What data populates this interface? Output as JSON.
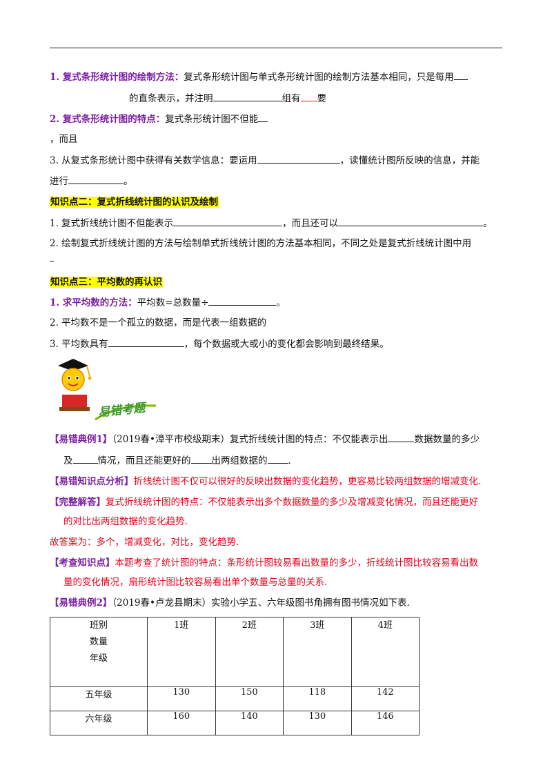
{
  "sec1": {
    "item1_title": "1. 复式条形统计图的绘制方法：",
    "item1_text": "复式条形统计图与单式条形统计图的绘制方法基本相同，只是每用",
    "item1_line2a": "的直条表示，并注明",
    "item1_line2b": "组有",
    "item1_line2c": "要",
    "item2_title": "2. 复式条形统计图的特点：",
    "item2_text": "复式条形统计图不但能",
    "item2_line2": "，而且",
    "item3_text": "3. 从复式条形统计图中获得有关数学信息：要运用",
    "item3_text_b": "，读懂统计图所反映的信息，并能",
    "item3_line2": "进行",
    "item3_line2_end": "。"
  },
  "sec2": {
    "heading": "知识点二：复式折线统计图的认识及绘制",
    "item1_a": "1.  复式折线统计图不但能表示",
    "item1_b": "，而且还可以",
    "item1_end": "。",
    "item2": "2.  绘制复式折线统计图的方法与绘制单式折线统计图的方法基本相同，不同之处是复式折线统计图中用"
  },
  "sec3": {
    "heading": "知识点三：平均数的再认识",
    "item1_title": "1. 求平均数的方法：",
    "item1_text": "平均数=总数量÷",
    "item1_end": "。",
    "item2": "2. 平均数不是一个孤立的数据，而是代表一组数据的",
    "item3_a": "3. 平均数具有",
    "item3_b": "，每个数据或大或小的变化都会影响到最终结果。"
  },
  "mascot": {
    "label": "易错考题",
    "icon": "graduate-mascot-icon"
  },
  "ex1": {
    "tag": "【易错典例1】",
    "source": "（2019春•漳平市校级期末）复式折线统计图的特点：不仅能表示出",
    "text_a": "数据数量的多少",
    "line2_a": "及",
    "line2_b": "情况，而且还能更好的",
    "line2_c": "出两组数据的",
    "line2_end": ".",
    "analysis_tag": "【易错知识点分析】",
    "analysis": "折线统计图不仅可以很好的反映出数据的变化趋势，更容易比较两组数据的增减变化.",
    "answer_tag": "【完整解答】",
    "answer_1": "复式折线统计图的特点：不仅能表示出多个数据数量的多少及增减变化情况，而且还能更好",
    "answer_2": "的对比出两组数据的变化趋势.",
    "result": "故答案为：多个，增减变化，对比，变化趋势.",
    "point_tag": "【考查知识点】",
    "point_1": "本题考查了统计图的特点：条形统计图较易看出数量的多少，折线统计图比较容易看出数",
    "point_2": "量的变化情况，扇形统计图比较容易看出单个数量与总量的关系."
  },
  "ex2": {
    "tag": "【易错典例2】",
    "text": "（2019春•卢龙县期末）实验小学五、六年级图书角拥有图书情况如下表.",
    "table": {
      "corner": [
        "班别",
        "数量",
        "年级"
      ],
      "headers": [
        "1班",
        "2班",
        "3班",
        "4班"
      ],
      "rows": [
        {
          "grade": "五年级",
          "values": [
            "130",
            "150",
            "118",
            "142"
          ]
        },
        {
          "grade": "六年级",
          "values": [
            "160",
            "140",
            "130",
            "146"
          ]
        }
      ]
    }
  },
  "colors": {
    "purple": "#7a1fa2",
    "red": "#e8001c",
    "highlight": "#ffff00"
  }
}
